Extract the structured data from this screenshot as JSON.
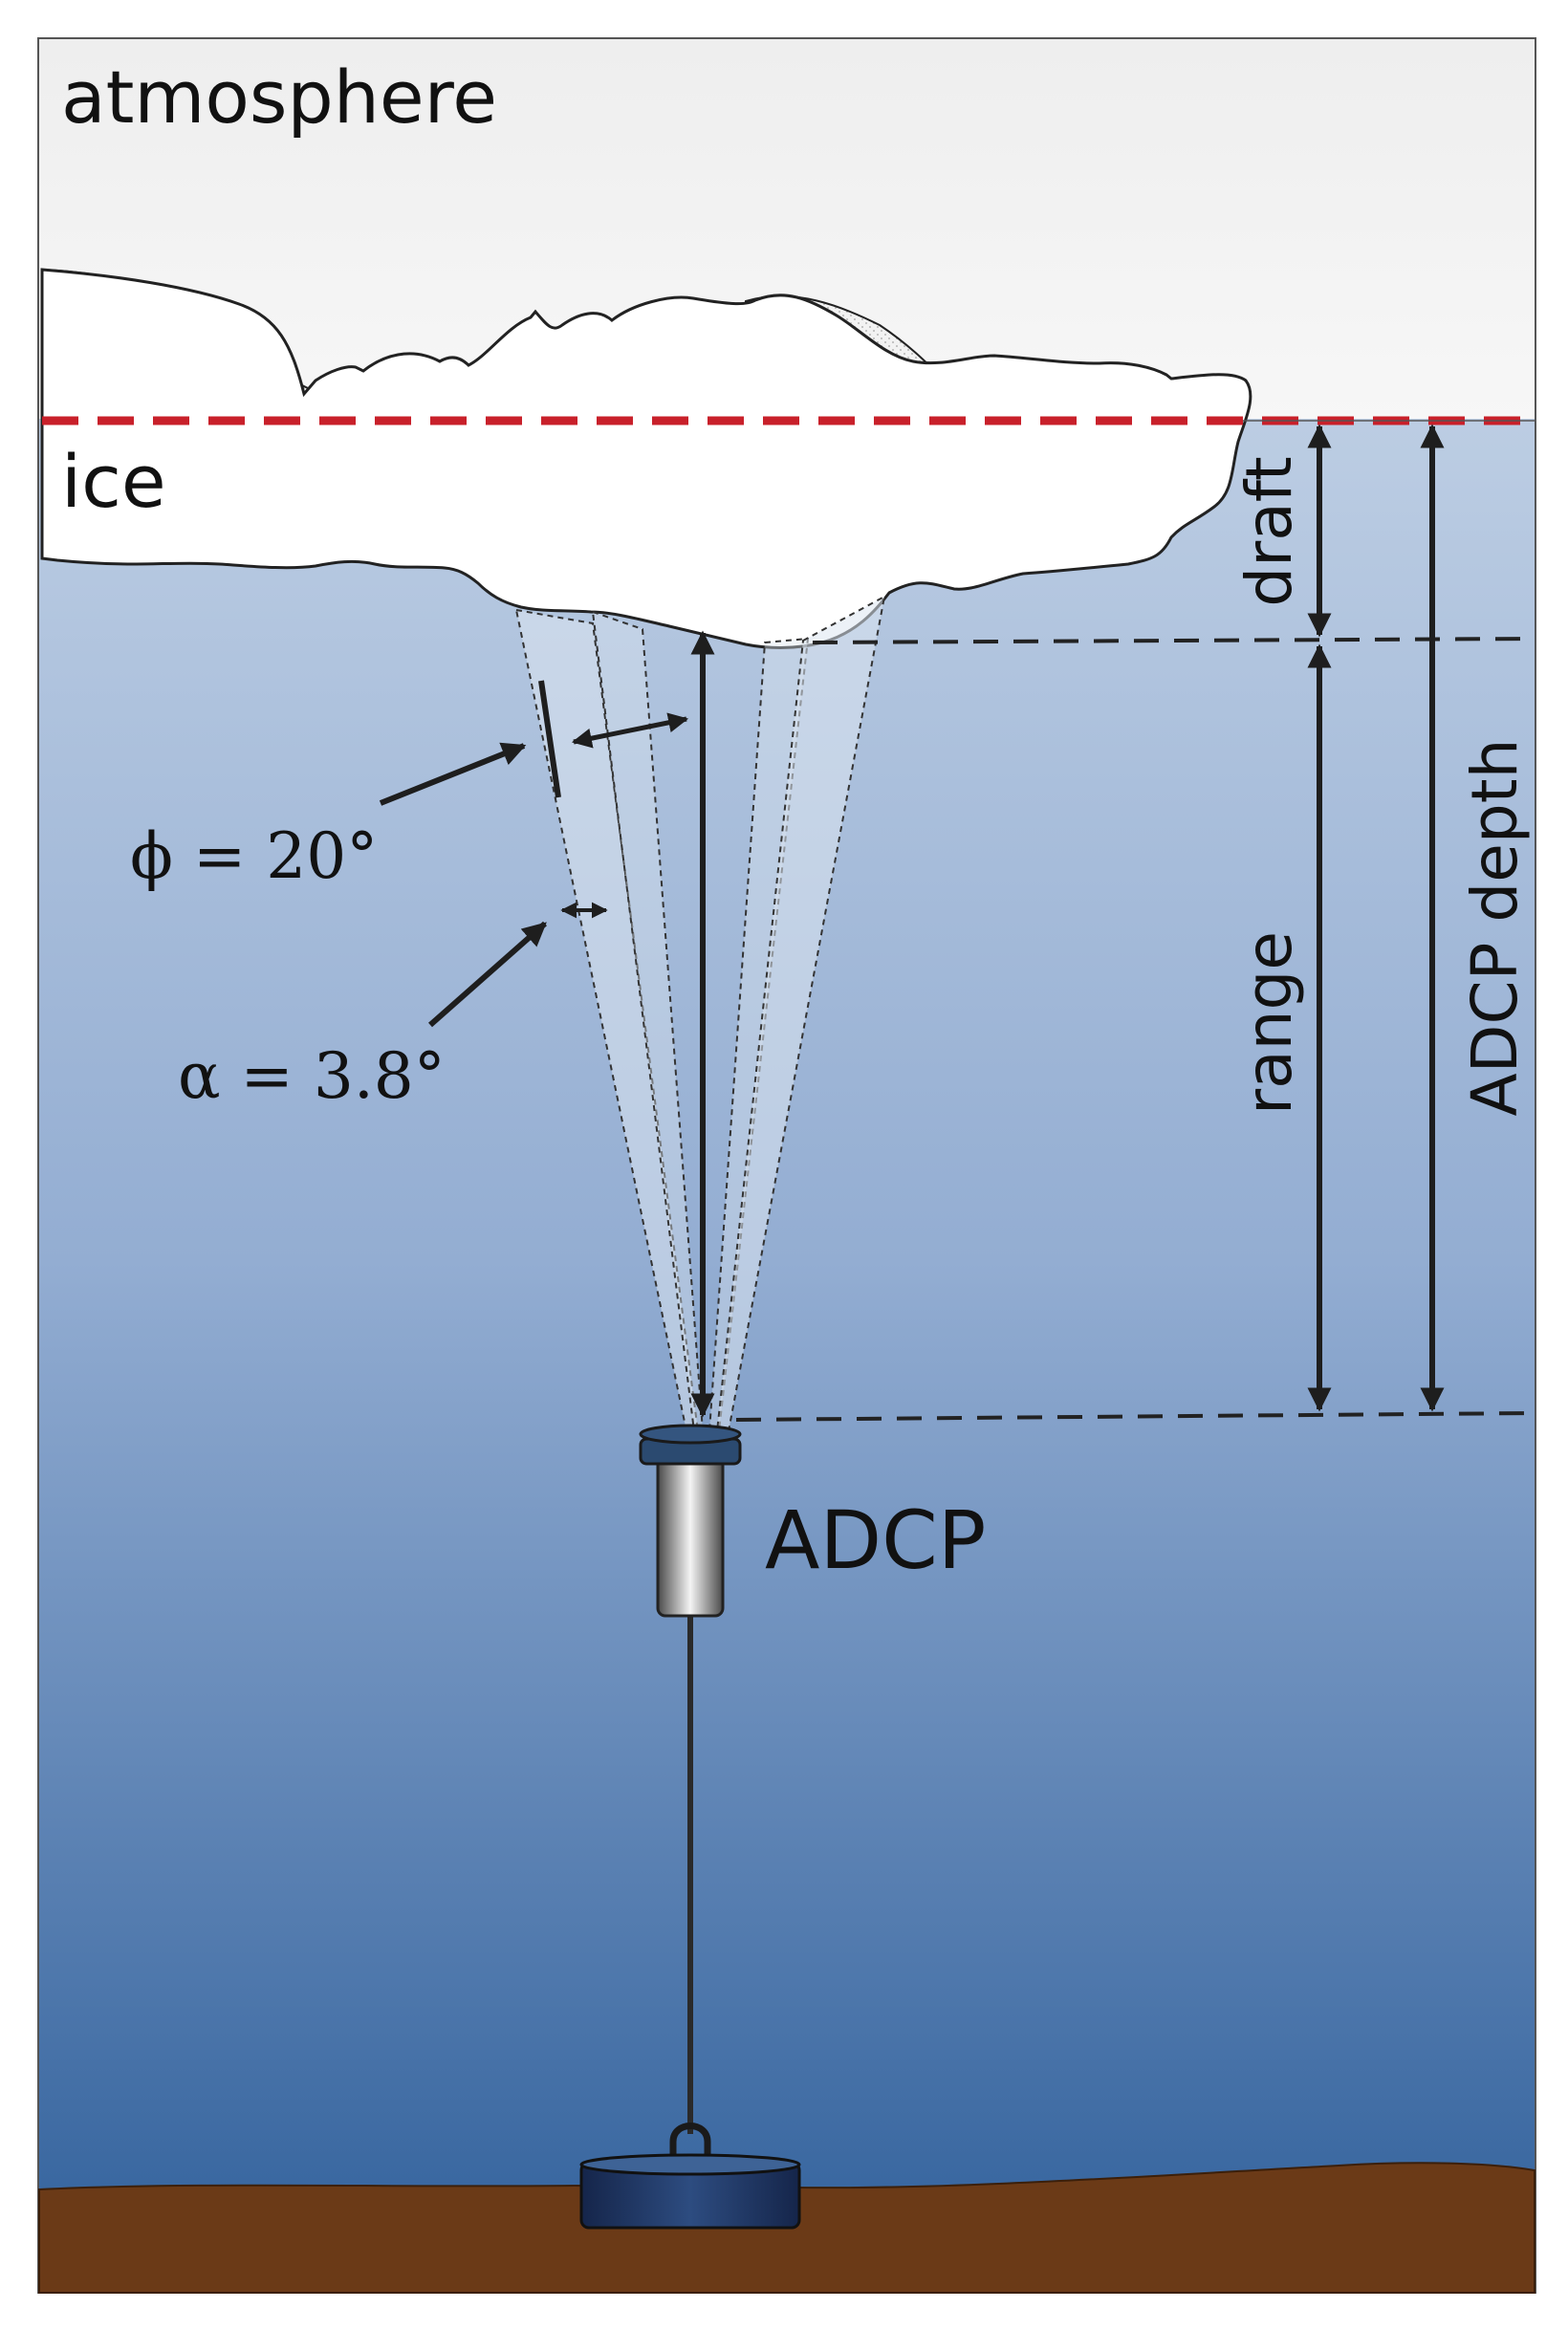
{
  "labels": {
    "atmosphere": "atmosphere",
    "ice": "ice",
    "draft": "draft",
    "range": "range",
    "adcp_depth": "ADCP depth",
    "adcp": "ADCP",
    "phi": "ϕ = 20°",
    "alpha": "α = 3.8°"
  },
  "parameters": {
    "beam_angle_deg": 20,
    "beam_width_deg": 3.8
  },
  "colors": {
    "atmosphere": "#f2f2f2",
    "water_top": "#b7c9e1",
    "water_bottom": "#33609a",
    "ice": "#ffffff",
    "seabed": "#6b3a17",
    "waterline": "#c8202a",
    "arrow": "#1e1e1e"
  }
}
